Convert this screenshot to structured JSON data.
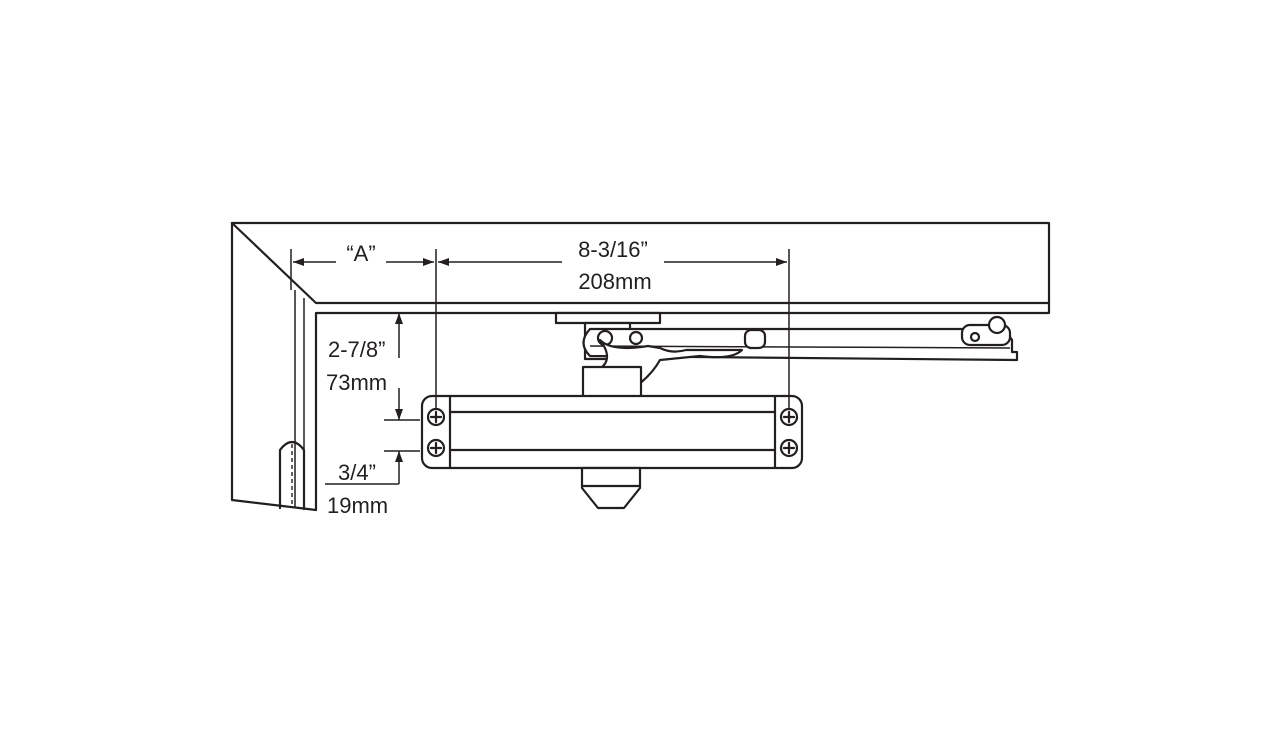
{
  "dimensions": {
    "a_label": "“A”",
    "width_imperial": "8-3/16”",
    "width_metric": "208mm",
    "height_imperial": "2-7/8”",
    "height_metric": "73mm",
    "offset_imperial": "3/4”",
    "offset_metric": "19mm"
  },
  "colors": {
    "line": "#231f20",
    "background": "#ffffff"
  }
}
